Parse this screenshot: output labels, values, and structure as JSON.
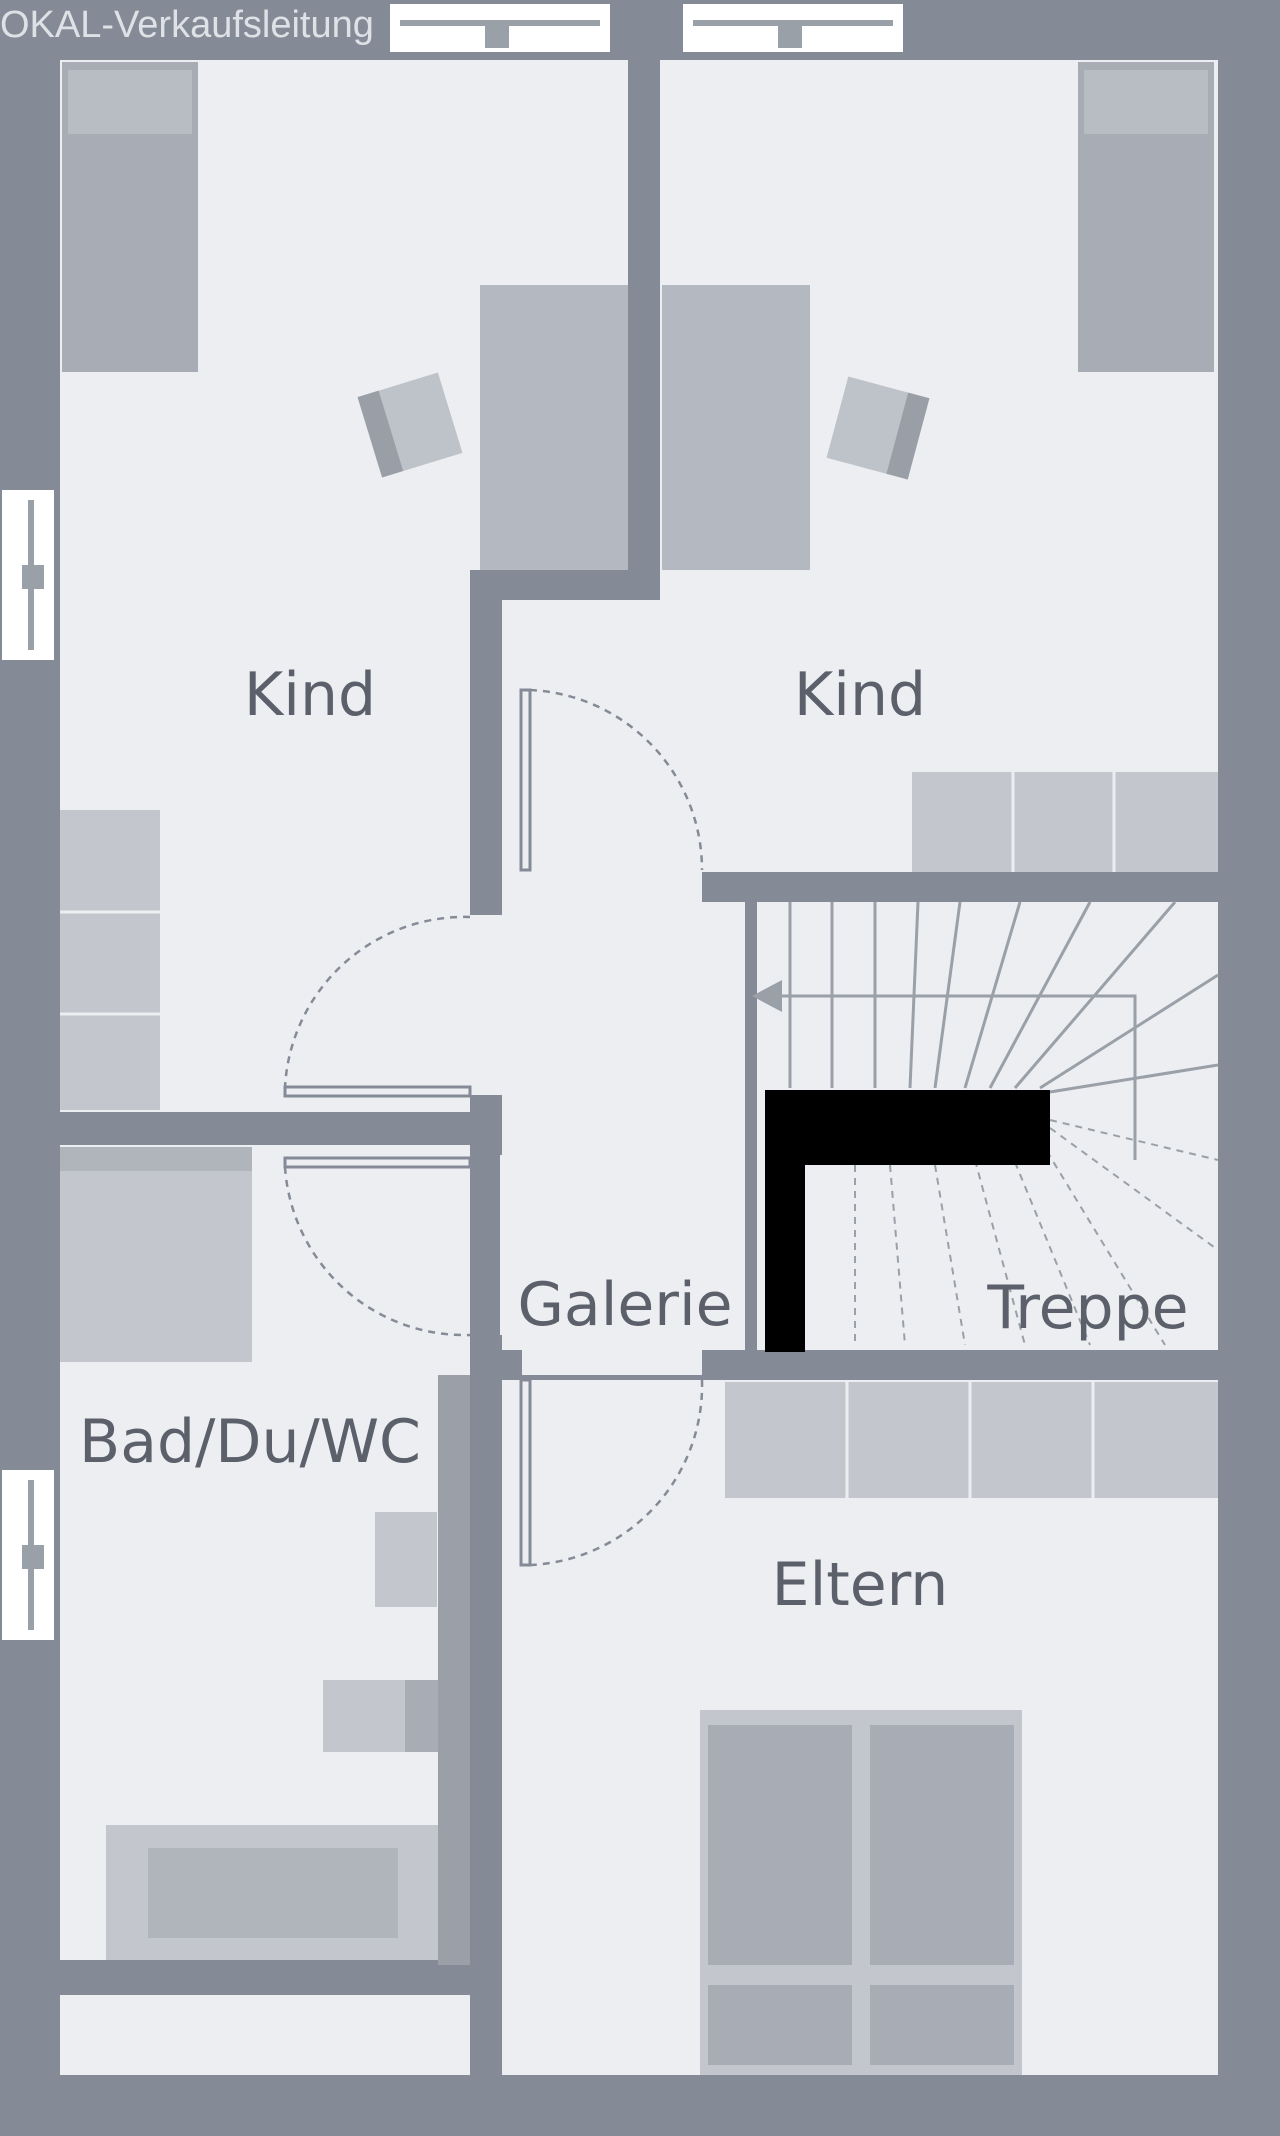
{
  "watermark": "OKAL-Verkaufsleitung",
  "rooms": {
    "kind_left": "Kind",
    "kind_right": "Kind",
    "galerie": "Galerie",
    "treppe": "Treppe",
    "bad": "Bad/Du/WC",
    "eltern": "Eltern"
  },
  "colors": {
    "wall": "#858b96",
    "floor": "#eceef2",
    "furniture": "#b4b8c0",
    "furniture_dark": "#a2a6ae",
    "chimney": "#000000"
  }
}
